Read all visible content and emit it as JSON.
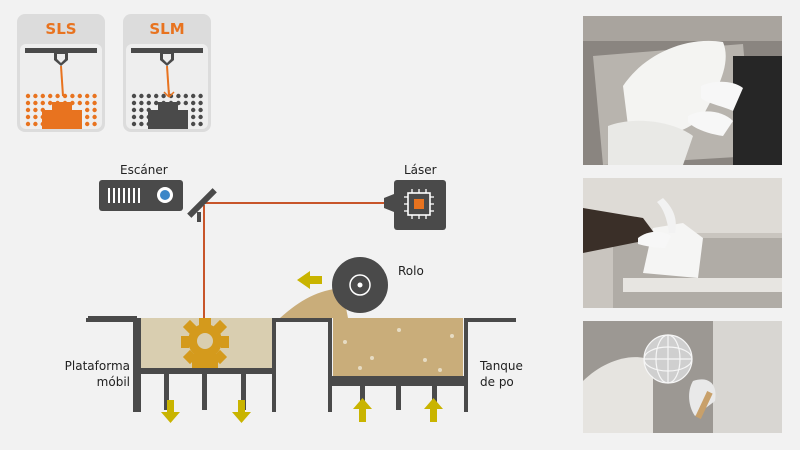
{
  "badges": [
    {
      "title": "SLS",
      "color": "#e8731f"
    },
    {
      "title": "SLM",
      "color": "#e8731f"
    }
  ],
  "labels": {
    "scanner": "Escáner",
    "laser": "Láser",
    "roller": "Rolo",
    "platform": "Plataforma\nmóbil",
    "tank": "Tanque\nde po"
  },
  "colors": {
    "dark": "#4a4a4a",
    "orange": "#e8731f",
    "laser_beam": "#c8552a",
    "yellow_arrow": "#c9b400",
    "gear": "#d49a1c",
    "powder": "#c9ad7a",
    "scanner_blue": "#3a86c8"
  },
  "photos": [
    {
      "name": "photo-powder-removal"
    },
    {
      "name": "photo-part-extraction"
    },
    {
      "name": "photo-lattice-sphere"
    }
  ]
}
